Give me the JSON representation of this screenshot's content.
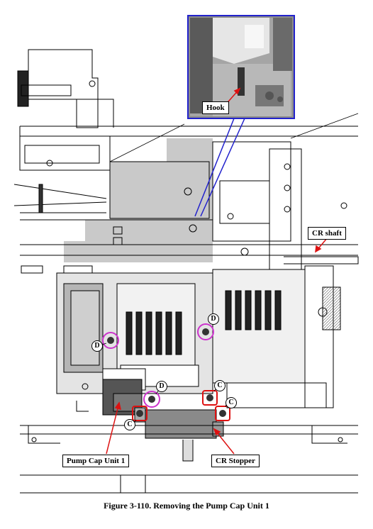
{
  "caption": "Figure 3-110.  Removing the Pump Cap Unit 1",
  "callouts": {
    "hook": "Hook",
    "cr_shaft": "CR shaft",
    "pump_cap_unit": "Pump Cap Unit 1",
    "cr_stopper": "CR Stopper"
  },
  "screw_markers": {
    "d": "D",
    "c": "C"
  },
  "colors": {
    "screw_d_circle": "#cc33cc",
    "screw_c_box": "#dd1111",
    "arrow": "#dd1111",
    "inset_frame": "#2222cc",
    "shading": "#c8c8c8"
  }
}
